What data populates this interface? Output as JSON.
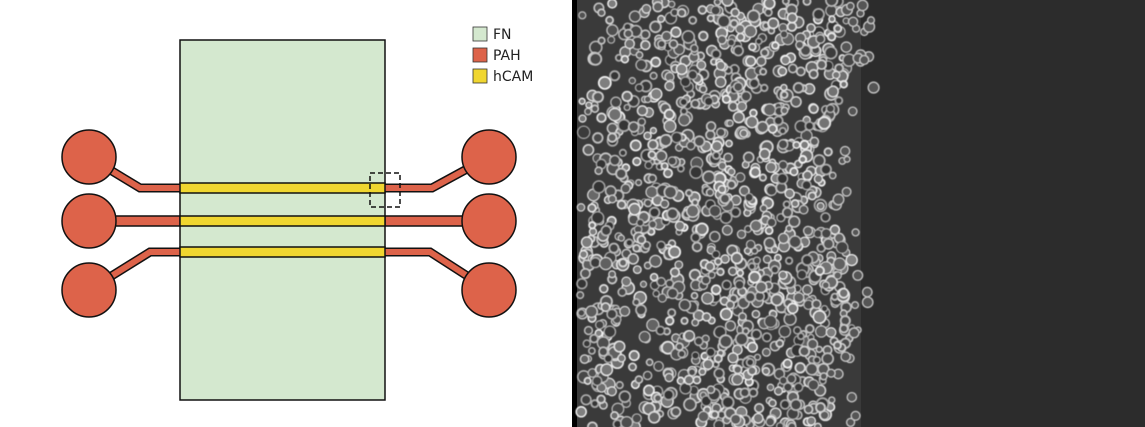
{
  "legend": {
    "items": [
      {
        "label": "FN",
        "color": "#d4e8cf"
      },
      {
        "label": "PAH",
        "color": "#dd634a"
      },
      {
        "label": "hCAM",
        "color": "#f0d630"
      }
    ]
  },
  "colors": {
    "fn_fill": "#d4e8cf",
    "pah": "#dd634a",
    "hcam": "#f0d630",
    "outline": "#111111",
    "micrograph_background": "#2c2c2c",
    "cell_highlight": "#d8d8d8",
    "divider": "#000000"
  },
  "icons": {
    "inset_marker": "dashed-square-icon"
  }
}
